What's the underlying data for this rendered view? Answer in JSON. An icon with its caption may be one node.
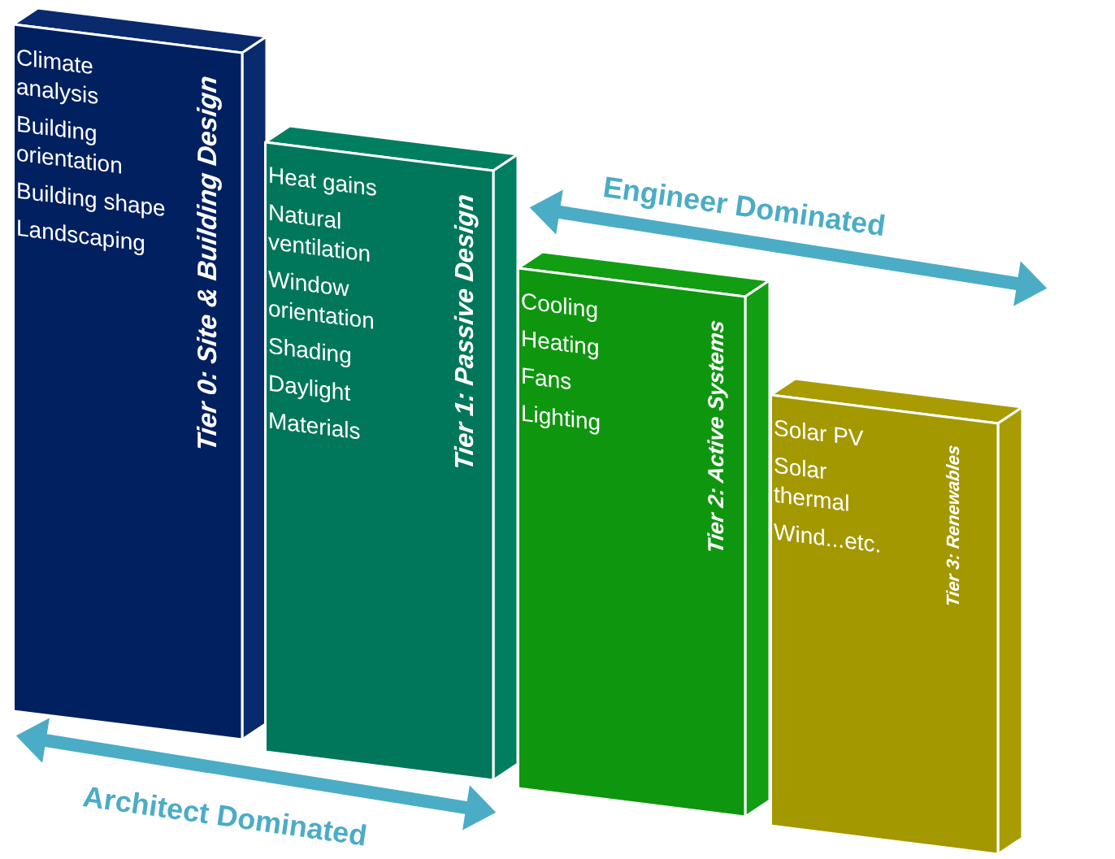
{
  "diagram": {
    "nodes": [
      {
        "text": [
          "Climate analysis",
          "Building orientation",
          "Building shape",
          "Landscaping",
          "Tier 0: Site & Building Design"
        ]
      },
      {
        "text": [
          "Heat gains",
          "Natural ventilation",
          "Window orientation",
          "Shading",
          "Daylight",
          "Materials",
          "Tier 1: Passive Design"
        ]
      },
      {
        "text": [
          "Cooling",
          "Heating",
          "Fans",
          "Lighting",
          "Tier 2: Active Systems"
        ]
      },
      {
        "text": [
          "Solar PV",
          "Solar thermal",
          "Wind...etc.",
          "Tier 3: Renewables"
        ]
      }
    ],
    "edges": [],
    "labels": [
      "Engineer Dominated",
      "Architect Dominated"
    ]
  }
}
